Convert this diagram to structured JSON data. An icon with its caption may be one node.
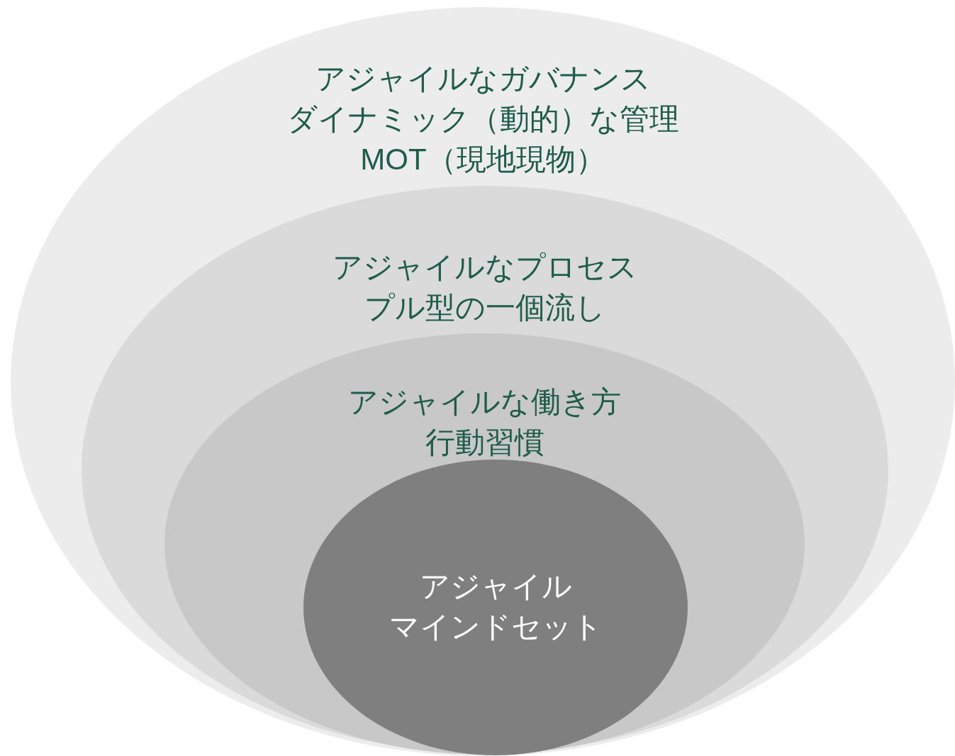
{
  "diagram": {
    "nodes": [
      {
        "text": [
          "アジャイルなガバナンス",
          "ダイナミック（動的）な管理",
          "MOT（現地現物）"
        ]
      },
      {
        "text": [
          "アジャイルなプロセス",
          "プル型の一個流し"
        ],
        "in": 0
      },
      {
        "text": [
          "アジャイルな働き方",
          "行動習慣"
        ],
        "in": 1
      },
      {
        "text": [
          "アジャイル",
          "マインドセット"
        ],
        "in": 2
      }
    ]
  }
}
